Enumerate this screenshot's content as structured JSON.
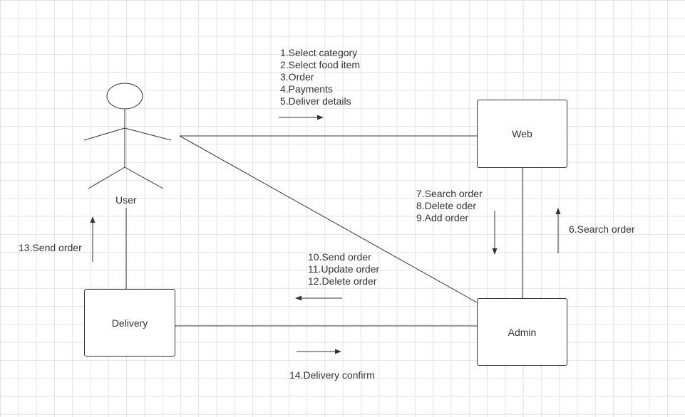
{
  "nodes": {
    "user": {
      "label": "User"
    },
    "web": {
      "label": "Web"
    },
    "admin": {
      "label": "Admin"
    },
    "delivery": {
      "label": "Delivery"
    }
  },
  "messages": {
    "user_to_web": [
      "1.Select category",
      "2.Select food item",
      "3.Order",
      "4.Payments",
      "5.Deliver details"
    ],
    "web_to_admin": [
      "7.Search order",
      "8.Delete oder",
      "9.Add order"
    ],
    "admin_to_web": [
      "6.Search order"
    ],
    "admin_to_delivery": [
      "10.Send order",
      "11.Update order",
      "12.Delete order"
    ],
    "delivery_to_user": [
      "13.Send order"
    ],
    "delivery_to_admin": [
      "14.Delivery confirm"
    ]
  },
  "colors": {
    "line": "#333333",
    "grid": "#e3e3e3",
    "background": "#ffffff"
  }
}
